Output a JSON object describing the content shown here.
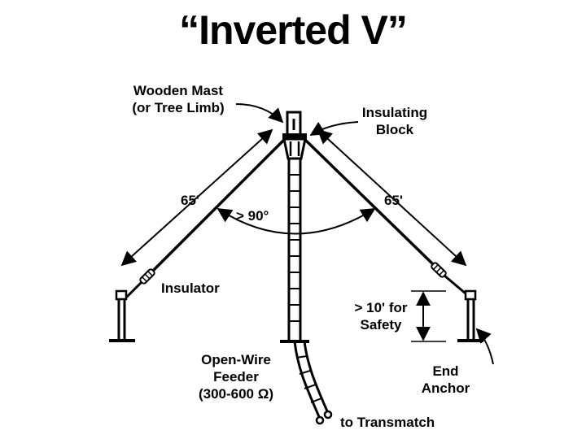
{
  "title": "“Inverted V”",
  "colors": {
    "ink": "#000000",
    "background": "#ffffff"
  },
  "labels": {
    "mast": [
      "Wooden Mast",
      "(or Tree Limb)"
    ],
    "block": [
      "Insulating",
      "Block"
    ],
    "left_length": "65'",
    "right_length": "65'",
    "angle": "> 90°",
    "insulator": "Insulator",
    "safety": [
      "> 10' for",
      "Safety"
    ],
    "feeder": [
      "Open-Wire",
      "Feeder",
      "(300-600 Ω)"
    ],
    "anchor": [
      "End",
      "Anchor"
    ],
    "transmatch": "to Transmatch"
  }
}
